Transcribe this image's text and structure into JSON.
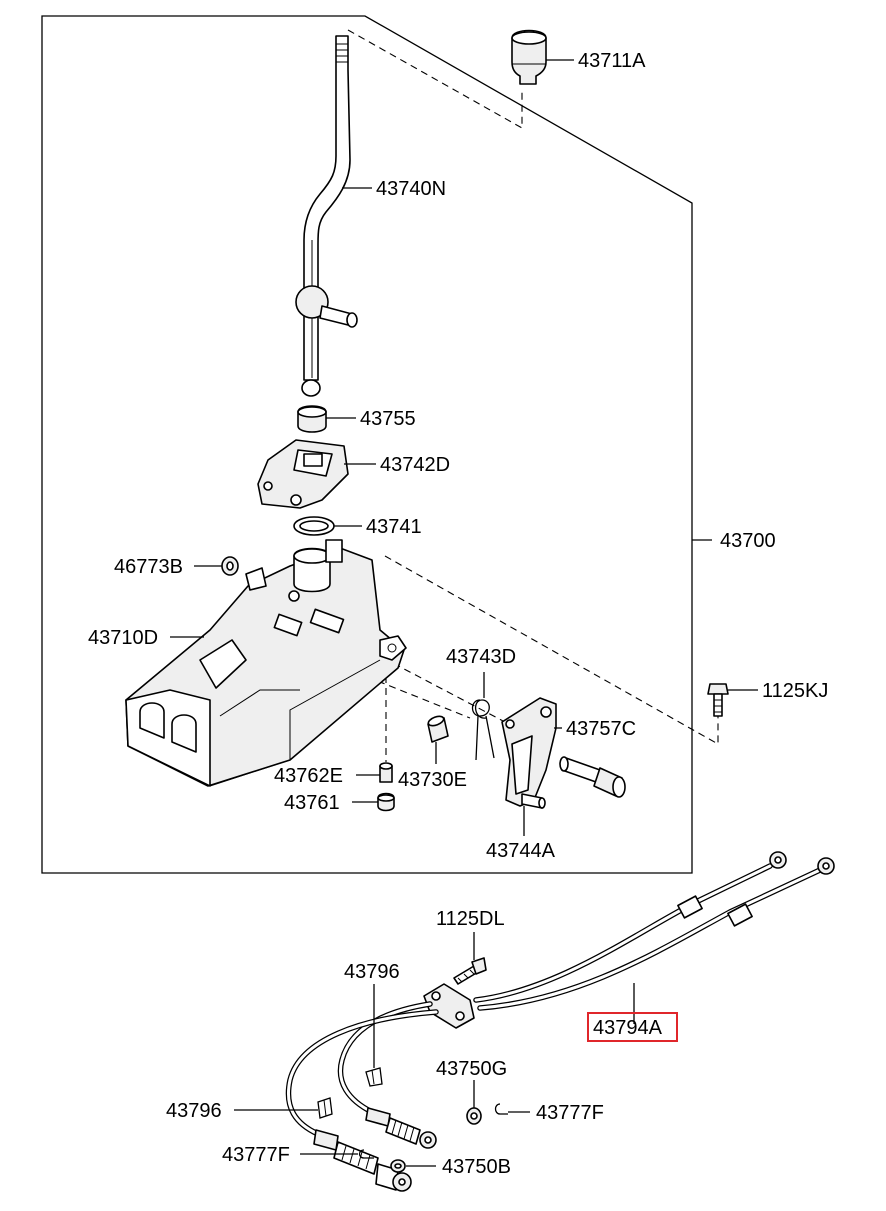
{
  "diagram": {
    "highlight_color": "#e0262b",
    "labels": {
      "knob": "43711A",
      "lever": "43740N",
      "bushing": "43755",
      "lever_seat": "43742D",
      "ring": "43741",
      "assembly": "43700",
      "washer_small": "46773B",
      "housing": "43710D",
      "spring": "43743D",
      "bolt_upper": "1125KJ",
      "pin_long": "43757C",
      "pin_small": "43762E",
      "collar": "43730E",
      "cap": "43761",
      "select_lever": "43744A",
      "bolt_lower": "1125DL",
      "clip_upper": "43796",
      "cable_assembly": "43794A",
      "washer_upper": "43750G",
      "clip_lower": "43796",
      "snap_pin_right": "43777F",
      "snap_pin_left": "43777F",
      "washer_lower": "43750B"
    }
  }
}
